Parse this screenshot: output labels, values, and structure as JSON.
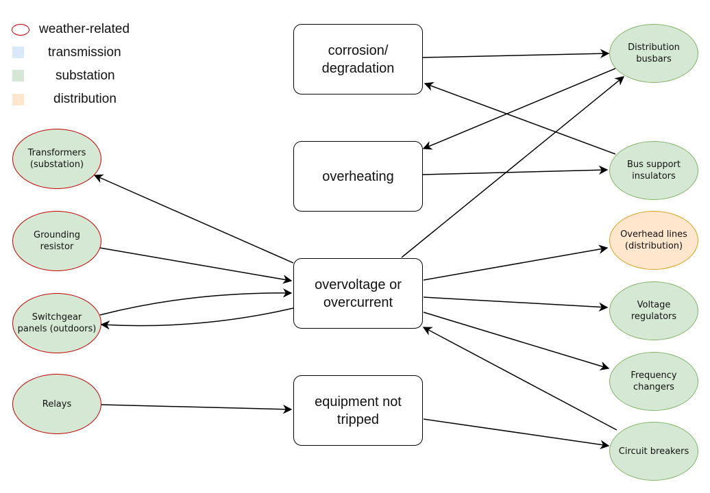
{
  "legend": {
    "weather_related": "weather-related",
    "transmission": "transmission",
    "substation": "substation",
    "distribution": "distribution"
  },
  "colors": {
    "weather_outline": "#c00000",
    "transmission_fill": "#dae8fc",
    "substation_fill": "#d5e8d4",
    "substation_outline": "#82b366",
    "distribution_fill": "#ffe6cc",
    "distribution_outline": "#d6a21b"
  },
  "causes": {
    "corrosion": "corrosion/\ndegradation",
    "overheating": "overheating",
    "overvoltage": "overvoltage or\novercurrent",
    "not_tripped": "equipment not\ntripped"
  },
  "left_components": {
    "transformers": "Transformers\n(substation)",
    "grounding": "Grounding\nresistor",
    "switchgear": "Switchgear\npanels (outdoors)",
    "relays": "Relays"
  },
  "right_components": {
    "busbars": "Distribution\nbusbars",
    "insulators": "Bus support\ninsulators",
    "overhead": "Overhead lines\n(distribution)",
    "regulators": "Voltage\nregulators",
    "freq": "Frequency\nchangers",
    "breakers": "Circuit breakers"
  }
}
